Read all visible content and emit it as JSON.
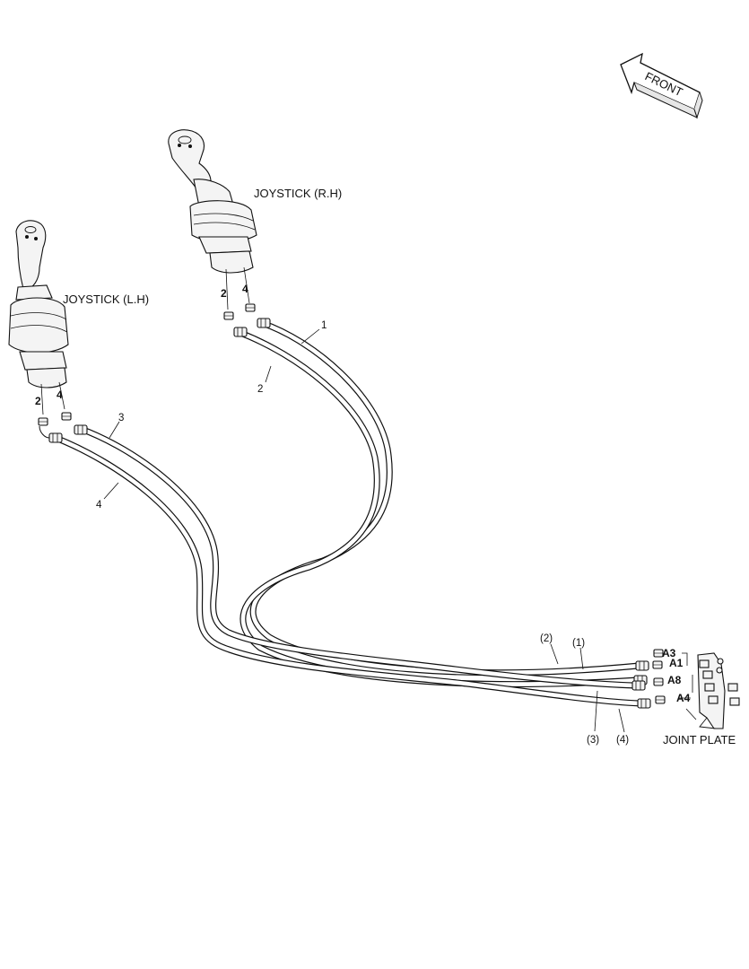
{
  "labels": {
    "front": "FRONT",
    "joystick_rh": "JOYSTICK (R.H)",
    "joystick_lh": "JOYSTICK (L.H)",
    "joint_plate": "JOINT PLATE"
  },
  "joystick_rh_ports": [
    "2",
    "4"
  ],
  "joystick_lh_ports": [
    "2",
    "4"
  ],
  "hose_numbers": [
    "1",
    "2",
    "3",
    "4"
  ],
  "hose_refs": [
    "(2)",
    "(1)",
    "(3)",
    "(4)"
  ],
  "joint_ports": [
    "A3",
    "A1",
    "A8",
    "A4"
  ],
  "colors": {
    "line": "#111111",
    "background": "#ffffff"
  }
}
